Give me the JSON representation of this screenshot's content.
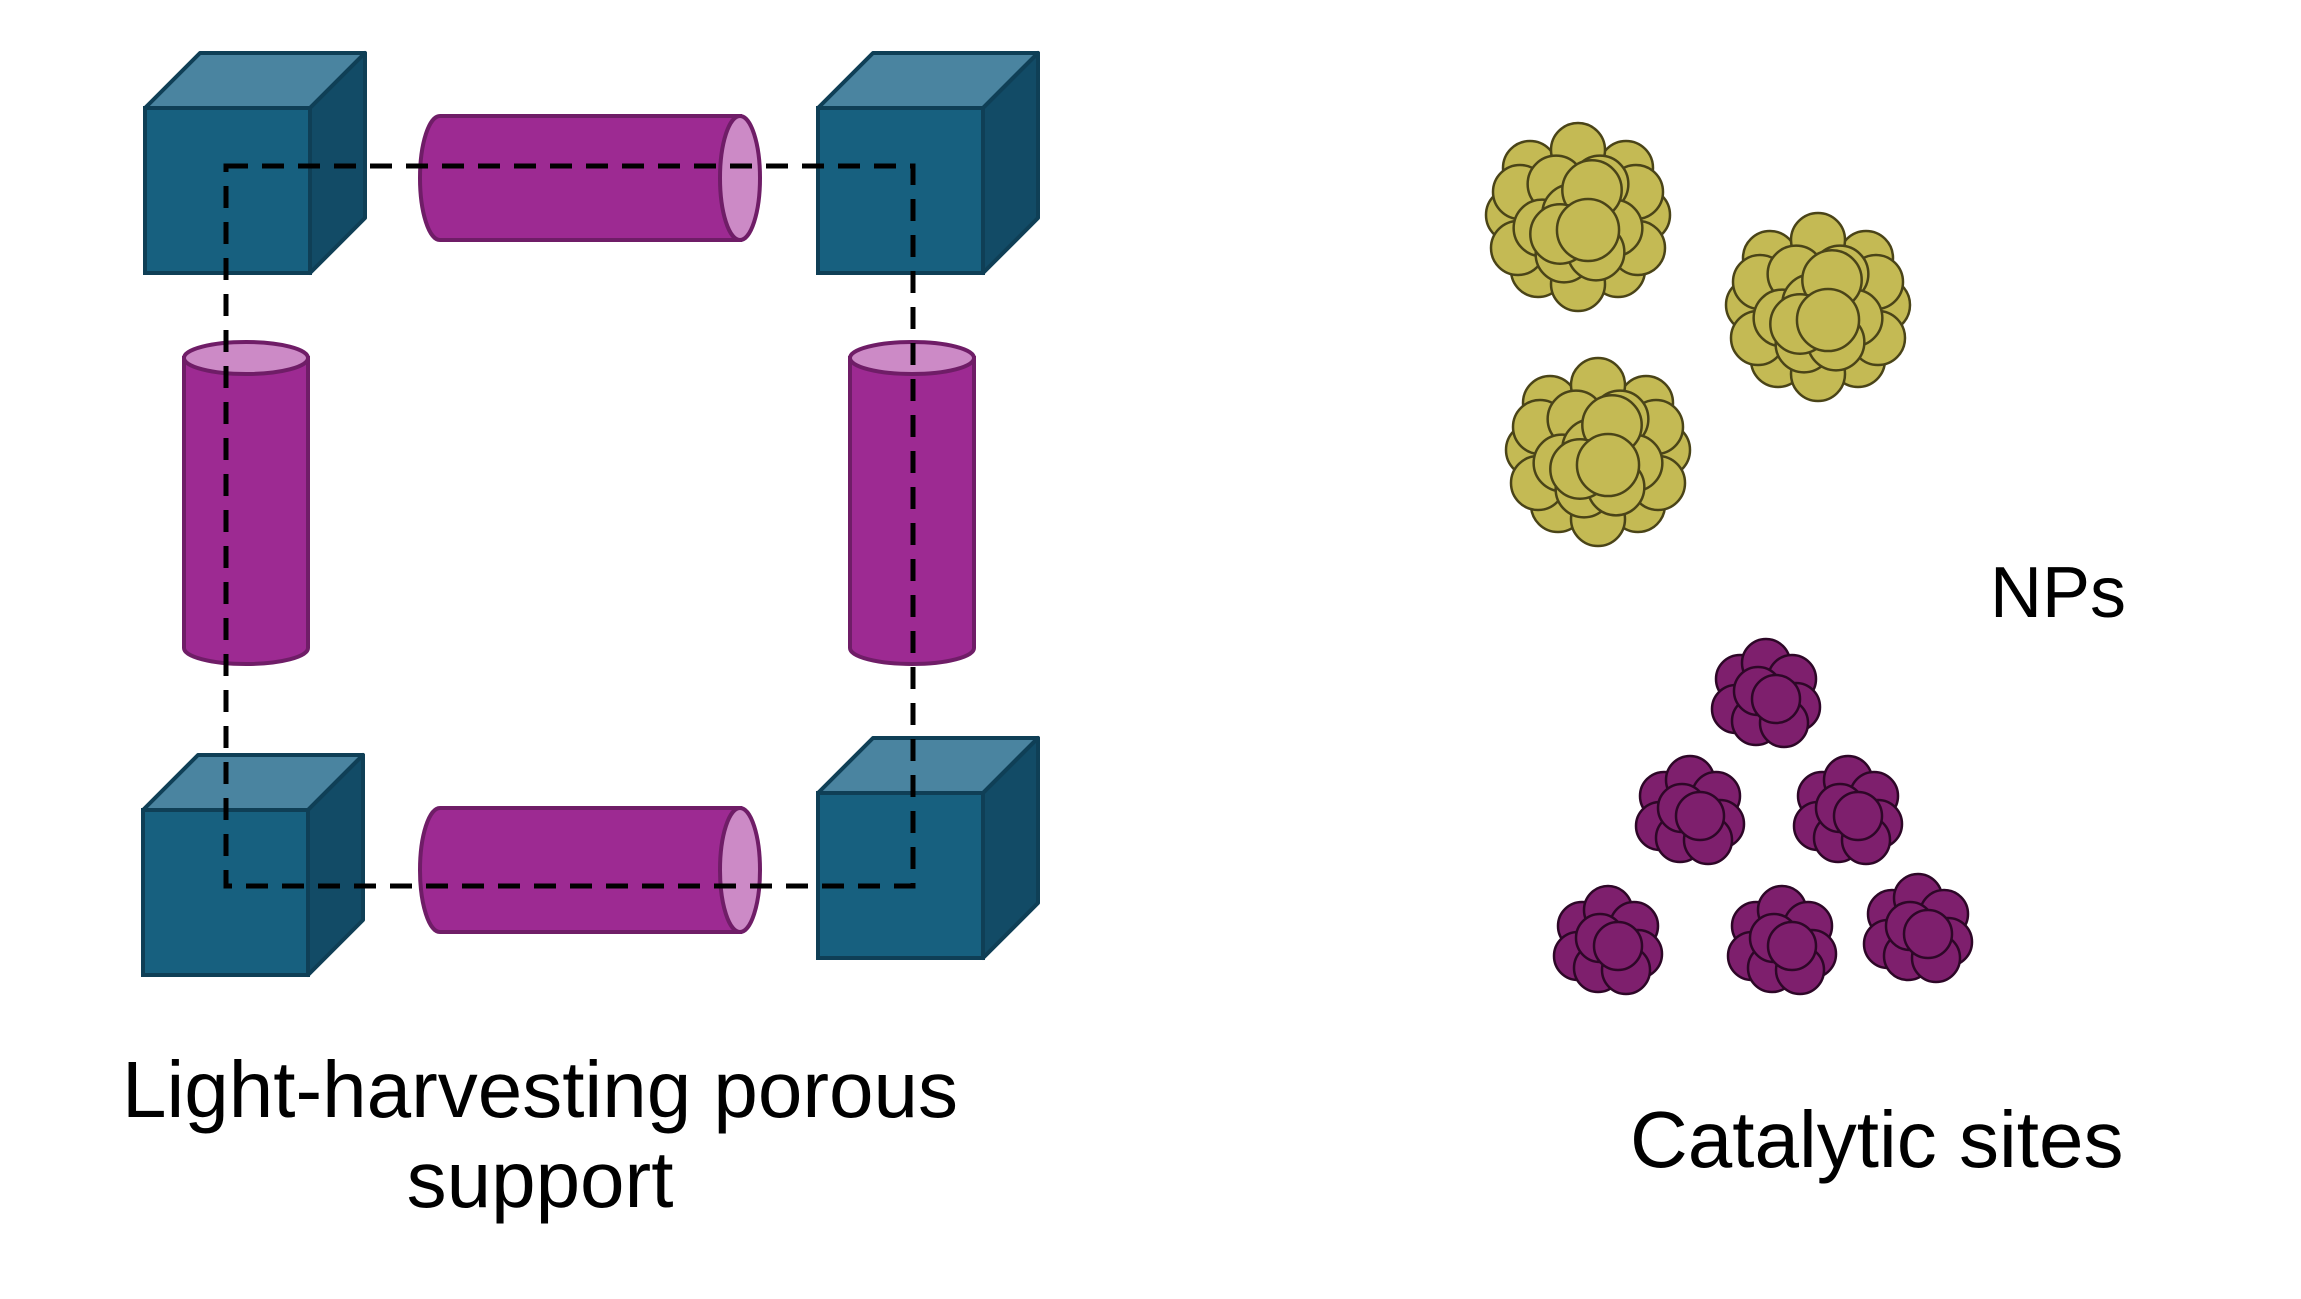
{
  "labels": {
    "support_line1": "Light-harvesting porous",
    "support_line2": "support",
    "nanoparticles": "NPs",
    "catalytic_sites": "Catalytic sites"
  },
  "colors": {
    "node_front": "#17607f",
    "node_top": "#4a84a0",
    "node_side": "#124b66",
    "node_stroke": "#0f3f56",
    "linker_body": "#9d2a92",
    "linker_cap": "#cc8ac6",
    "linker_stroke": "#6f1d67",
    "np_fill": "#c4ba54",
    "np_stroke": "#4a4418",
    "site_fill": "#7e1f6d",
    "site_stroke": "#2d0727",
    "pore_outline": "#000000"
  },
  "icons": {
    "node": "cube-node-icon",
    "linker": "cylinder-linker-icon",
    "nanoparticle": "nanoparticle-cluster-icon",
    "catalytic_site": "catalytic-site-cluster-icon"
  }
}
